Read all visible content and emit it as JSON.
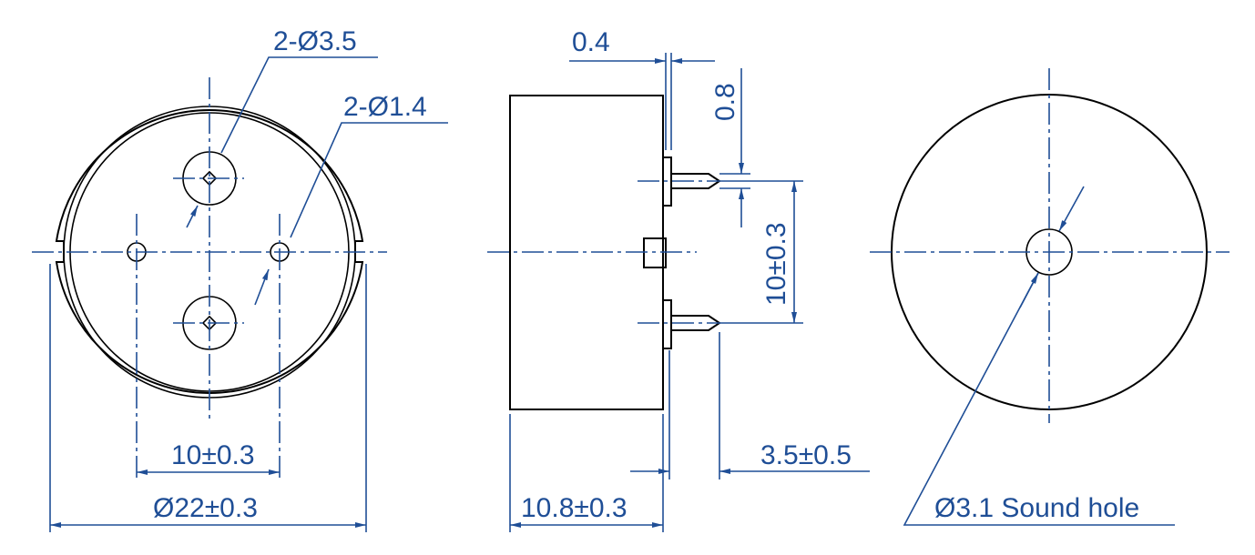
{
  "colors": {
    "outline": "#000000",
    "dimension": "#1f4e96",
    "background": "#ffffff"
  },
  "front_view": {
    "label_pin_holes": "2-Ø3.5",
    "label_small_holes": "2-Ø1.4",
    "label_hole_spacing": "10±0.3",
    "label_diameter": "Ø22±0.3"
  },
  "side_view": {
    "label_lead_thickness": "0.4",
    "label_lead_width": "0.8",
    "label_pin_spacing": "10±0.3",
    "label_lead_length": "3.5±0.5",
    "label_height": "10.8±0.3"
  },
  "back_view": {
    "label_sound_hole": "Ø3.1 Sound hole"
  }
}
